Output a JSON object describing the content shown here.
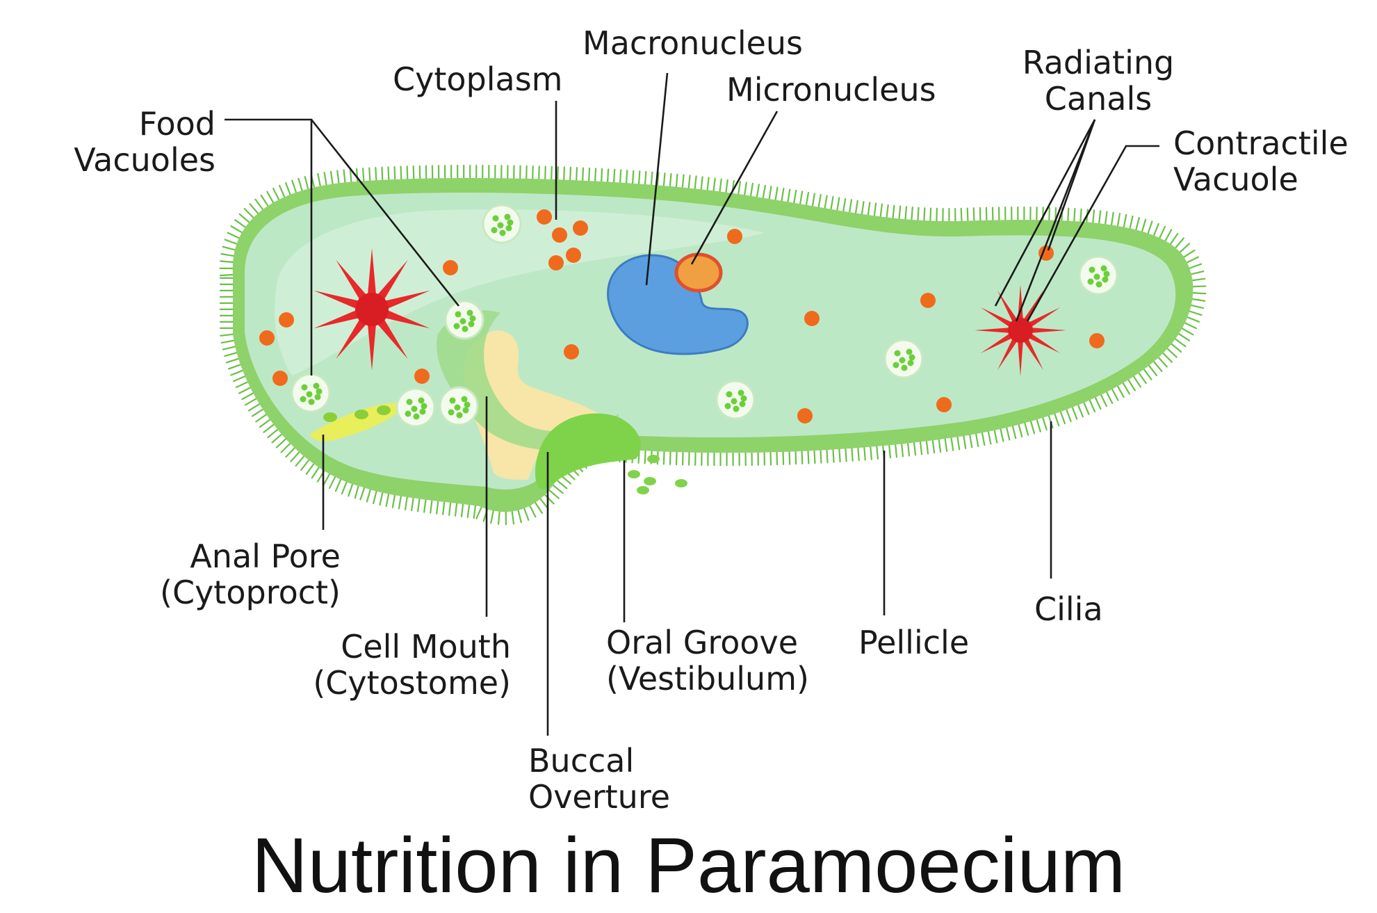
{
  "title": "Nutrition in Paramoecium",
  "labels": {
    "food_vacuoles": [
      "Food",
      "Vacuoles"
    ],
    "cytoplasm": "Cytoplasm",
    "macronucleus": "Macronucleus",
    "micronucleus": "Micronucleus",
    "radiating_canals": [
      "Radiating",
      "Canals"
    ],
    "contractile_vacuole": [
      "Contractile",
      "Vacuole"
    ],
    "anal_pore": [
      "Anal Pore",
      "(Cytoproct)"
    ],
    "cell_mouth": [
      "Cell Mouth",
      "(Cytostome)"
    ],
    "buccal_overture": [
      "Buccal",
      "Overture"
    ],
    "oral_groove": [
      "Oral Groove",
      "(Vestibulum)"
    ],
    "pellicle": "Pellicle",
    "cilia": "Cilia"
  },
  "colors": {
    "pellicle": "#8ed26a",
    "cytoplasm": "#bde8c6",
    "macronucleus": "#5b9fe0",
    "micronucleus": "#f0a040",
    "contractile_vacuole": "#e8282a",
    "granules": "#f06a1e",
    "cell_mouth": "#f7e6a8",
    "leader_lines": "#1a1a1a"
  }
}
